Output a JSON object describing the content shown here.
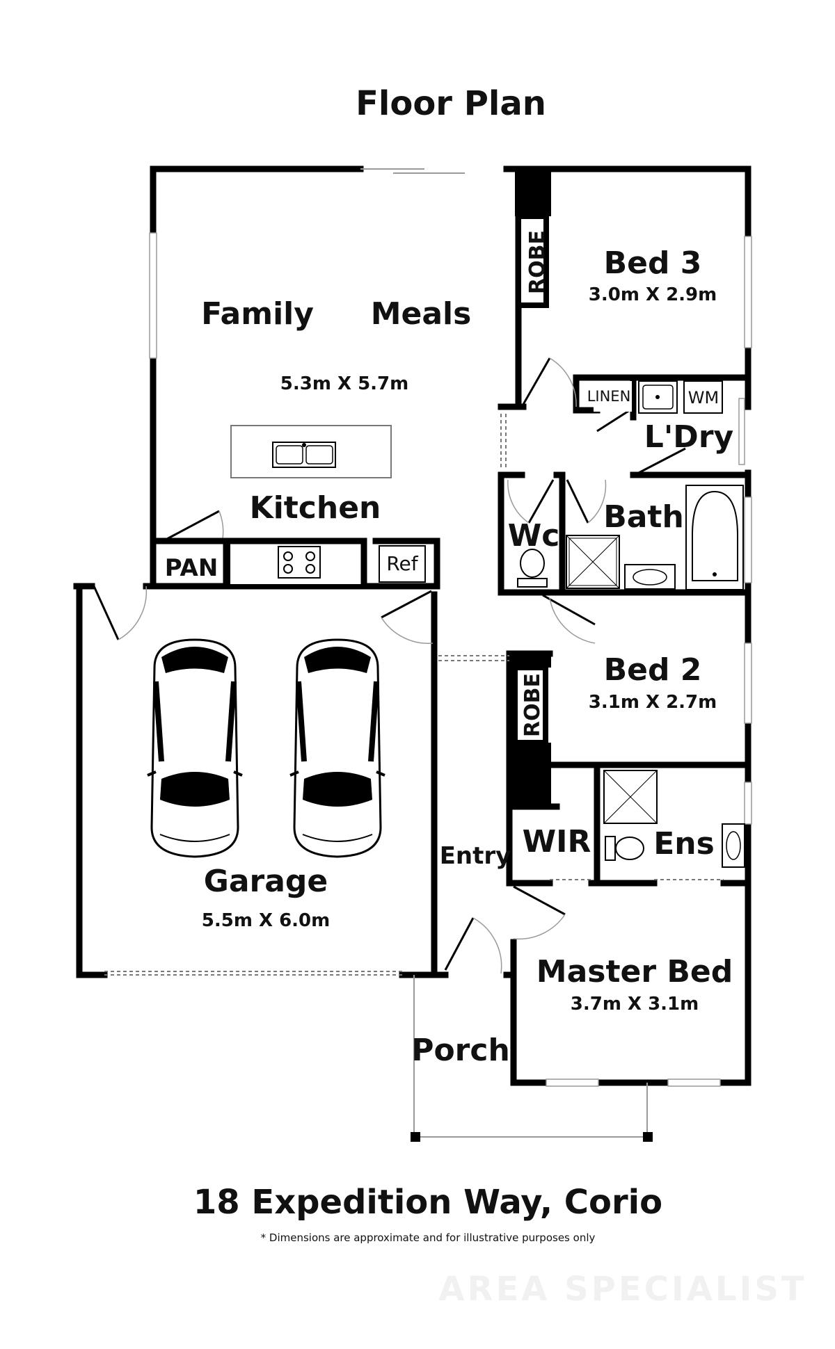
{
  "title": "Floor Plan",
  "rooms": {
    "family": {
      "label": "Family"
    },
    "meals": {
      "label": "Meals",
      "dimensions": "5.3m X 5.7m"
    },
    "kitchen": {
      "label": "Kitchen"
    },
    "pantry": {
      "label": "PAN"
    },
    "fridge": {
      "label": "Ref"
    },
    "bed3": {
      "label": "Bed 3",
      "dimensions": "3.0m X 2.9m"
    },
    "robe3": {
      "label": "ROBE"
    },
    "linen": {
      "label": "LINEN"
    },
    "washing_machine": {
      "label": "WM"
    },
    "laundry": {
      "label": "L'Dry"
    },
    "wc": {
      "label": "Wc"
    },
    "bath": {
      "label": "Bath"
    },
    "bed2": {
      "label": "Bed 2",
      "dimensions": "3.1m X 2.7m"
    },
    "robe2": {
      "label": "ROBE"
    },
    "garage": {
      "label": "Garage",
      "dimensions": "5.5m X 6.0m"
    },
    "entry": {
      "label": "Entry"
    },
    "wir": {
      "label": "WIR"
    },
    "ensuite": {
      "label": "Ens"
    },
    "master": {
      "label": "Master Bed",
      "dimensions": "3.7m X 3.1m"
    },
    "porch": {
      "label": "Porch"
    }
  },
  "address": "18 Expedition Way, Corio",
  "disclaimer": "* Dimensions are approximate and for illustrative purposes only",
  "watermark": "AREA SPECIALIST",
  "icons": [
    "car-icon",
    "sink-icon",
    "cooktop-icon",
    "toilet-icon",
    "bathtub-icon",
    "shower-icon",
    "basin-icon"
  ]
}
